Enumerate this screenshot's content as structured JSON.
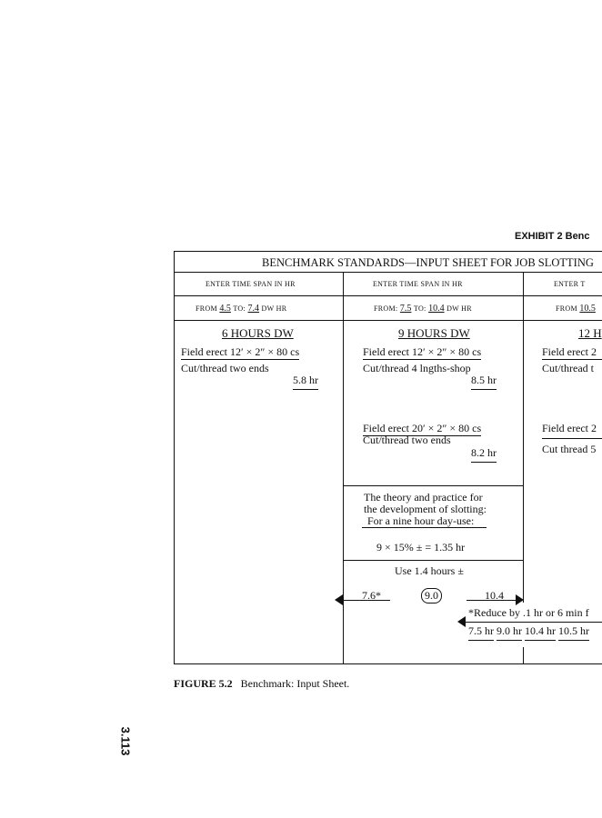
{
  "exhibit_header": "EXHIBIT 2  Benc",
  "table_title": "BENCHMARK STANDARDS—INPUT SHEET FOR JOB SLOTTING",
  "columns": [
    {
      "header": "ENTER TIME SPAN IN HR",
      "from_label": "FROM",
      "from": "4.5",
      "to_label": "TO:",
      "to": "7.4",
      "unit": "DW HR",
      "title": "6 HOURS DW",
      "tasks": [
        {
          "line1": "Field erect 12′ × 2″ × 80 cs",
          "line2": "Cut/thread two ends",
          "hours": "5.8 hr"
        }
      ]
    },
    {
      "header": "ENTER TIME SPAN IN HR",
      "from_label": "FROM:",
      "from": "7.5",
      "to_label": "TO:",
      "to": "10.4",
      "unit": "DW HR",
      "title": "9 HOURS DW",
      "tasks": [
        {
          "line1": "Field erect 12′ × 2″ × 80 cs",
          "line2": "Cut/thread 4 lngths-shop",
          "hours": "8.5 hr"
        },
        {
          "line1": "Field erect 20′ × 2″ × 80 cs",
          "line2": "Cut/thread two ends",
          "hours": "8.2 hr"
        }
      ],
      "theory": [
        "The theory and practice for",
        "the development of slotting:",
        "For a nine hour day-use:"
      ],
      "formula": "9 × 15% ± = 1.35 hr",
      "use": "Use 1.4 hours ±",
      "range_low": "7.6*",
      "range_mid": "9.0",
      "range_high": "10.4"
    },
    {
      "header": "ENTER T",
      "from_label": "FROM",
      "from": "10.5",
      "title": "12 H",
      "tasks": [
        {
          "line1": "Field erect 2",
          "line2": "Cut/thread t"
        },
        {
          "line1": "Field erect 2",
          "line2": "Cut thread 5"
        }
      ]
    }
  ],
  "footnote": "*Reduce by .1 hr or 6 min f",
  "scale": [
    "7.5 hr",
    "9.0 hr",
    "10.4 hr",
    "10.5 hr"
  ],
  "caption_label": "FIGURE 5.2",
  "caption_text": "Benchmark: Input Sheet.",
  "page_number": "3.113"
}
